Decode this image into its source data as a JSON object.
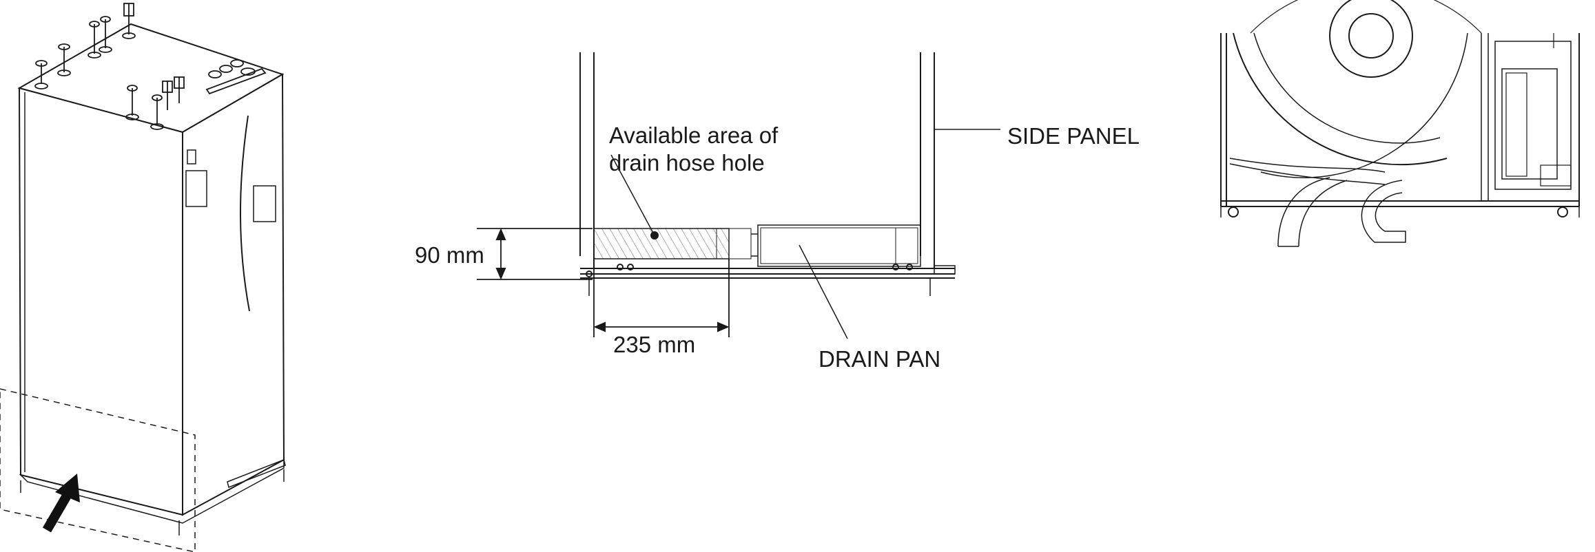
{
  "labels": {
    "available_area_line1": "Available area of",
    "available_area_line2": "drain hose hole",
    "side_panel": "SIDE PANEL",
    "height_dim": "90 mm",
    "width_dim": "235 mm",
    "drain_pan": "DRAIN PAN"
  },
  "colors": {
    "stroke": "#1a1a1a",
    "hatch": "#7a7a7a",
    "arrow": "#111111"
  }
}
